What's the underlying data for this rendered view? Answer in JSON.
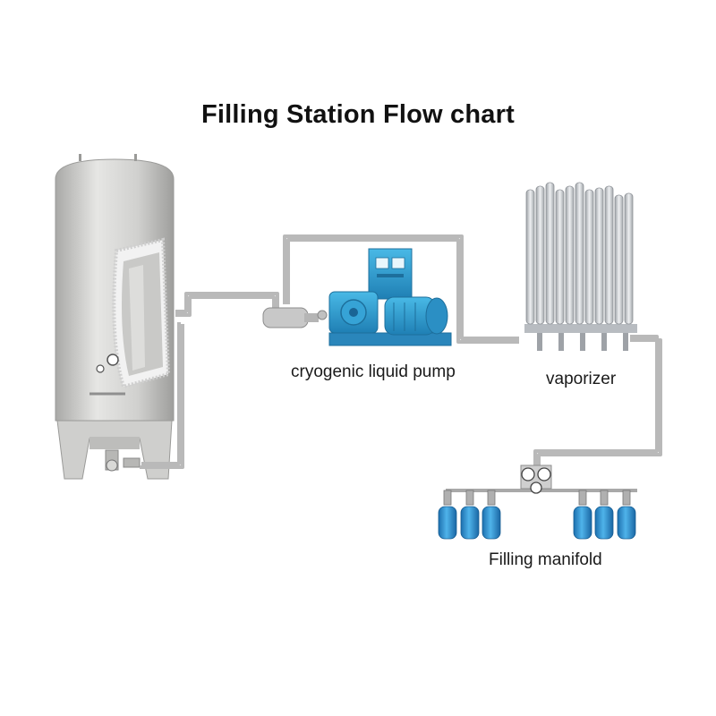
{
  "diagram": {
    "title": "Filling Station Flow chart",
    "components": {
      "pump": "cryogenic liquid pump",
      "vaporizer": "vaporizer",
      "manifold": "Filling manifold"
    },
    "cylinder_count": 6,
    "colors": {
      "tank": "#d2d2d0",
      "pipe": "#bdbdbd",
      "pump": "#2f9ed0",
      "cylinder": "#2a8fd0",
      "vaporizer": "#cfd2d6"
    }
  }
}
